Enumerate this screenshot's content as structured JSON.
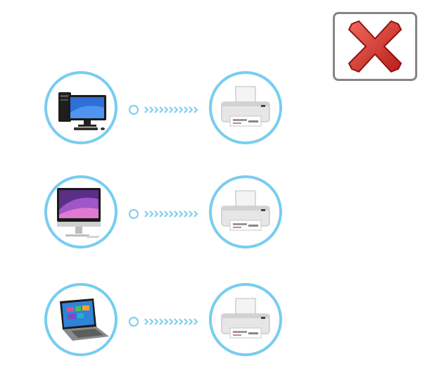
{
  "dialog": {
    "close_icon": "red-x-close-icon",
    "accent_border": "#858585",
    "close_color": "#d9302c"
  },
  "connections": [
    {
      "source_icon": "desktop-computer-icon",
      "target_icon": "printer-icon",
      "status": "connection-dots"
    },
    {
      "source_icon": "all-in-one-computer-icon",
      "target_icon": "printer-icon",
      "status": "connection-dots"
    },
    {
      "source_icon": "laptop-icon",
      "target_icon": "printer-icon",
      "status": "connection-dots"
    }
  ],
  "colors": {
    "ring": "#78cdf0",
    "chevron": "#78cdf0"
  }
}
